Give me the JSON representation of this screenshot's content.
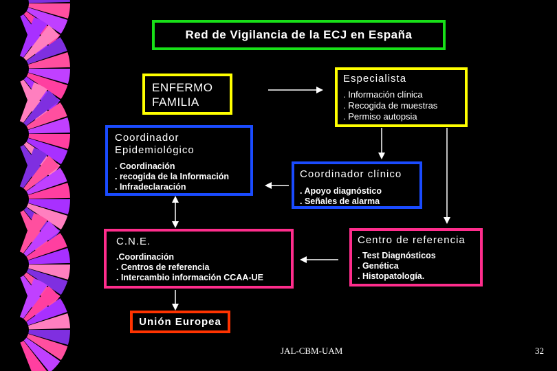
{
  "title": "Red de Vigilancia de la ECJ en España",
  "nodes": {
    "enfermo": {
      "lines": [
        "ENFERMO",
        "FAMILIA"
      ]
    },
    "especialista": {
      "title": "Especialista",
      "items": [
        ". Información clínica",
        ". Recogida de muestras",
        ". Permiso autopsia"
      ]
    },
    "coord_epi": {
      "title_lines": [
        "Coordinador",
        "Epidemiológico"
      ],
      "items": [
        ". Coordinación",
        ". recogida de la Información",
        ". Infradeclaración"
      ]
    },
    "coord_clinico": {
      "title": "Coordinador clínico",
      "items": [
        ". Apoyo diagnóstico",
        ". Señales de alarma"
      ]
    },
    "cne": {
      "title": "C.N.E.",
      "items": [
        ".Coordinación",
        ". Centros de referencia",
        ". Intercambio información CCAA-UE"
      ]
    },
    "centro": {
      "title": "Centro de referencia",
      "items": [
        ". Test Diagnósticos",
        ". Genética",
        ". Histopatología."
      ]
    },
    "union": {
      "title": "Unión Europea"
    }
  },
  "footer": {
    "left": "JAL-CBM-UAM",
    "page": "32"
  },
  "colors": {
    "background": "#000000",
    "title_border": "#18e018",
    "yellow": "#ffff00",
    "blue": "#1a4bff",
    "pink": "#ff2d8c",
    "red": "#ff3300"
  }
}
